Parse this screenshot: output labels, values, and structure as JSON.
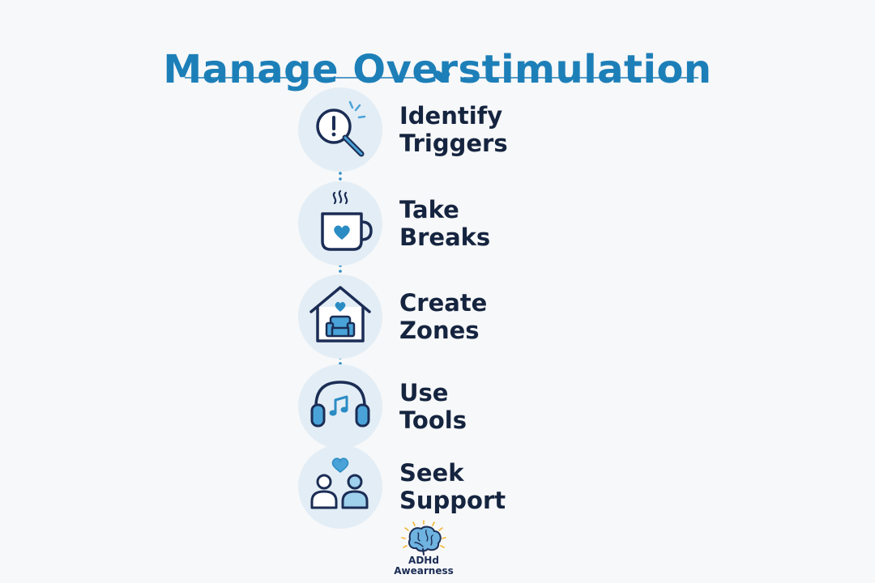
{
  "title": "Manage Overstimulation",
  "colors": {
    "accent": "#1d7fb8",
    "text": "#15243f",
    "circle_bg": "#e3edf5",
    "icon_fill": "#4aa3d8",
    "icon_stroke": "#1b2d55",
    "brand_sun": "#f2b531"
  },
  "steps": [
    {
      "icon": "magnifier-alert-icon",
      "line1": "Identify",
      "line2": "Triggers"
    },
    {
      "icon": "coffee-mug-heart-icon",
      "line1": "Take",
      "line2": "Breaks"
    },
    {
      "icon": "house-armchair-icon",
      "line1": "Create",
      "line2": "Zones"
    },
    {
      "icon": "headphones-music-icon",
      "line1": "Use",
      "line2": "Tools"
    },
    {
      "icon": "two-people-heart-icon",
      "line1": "Seek",
      "line2": "Support"
    }
  ],
  "brand": {
    "icon": "brain-icon",
    "line1": "ADHd",
    "line2": "Awearness"
  }
}
